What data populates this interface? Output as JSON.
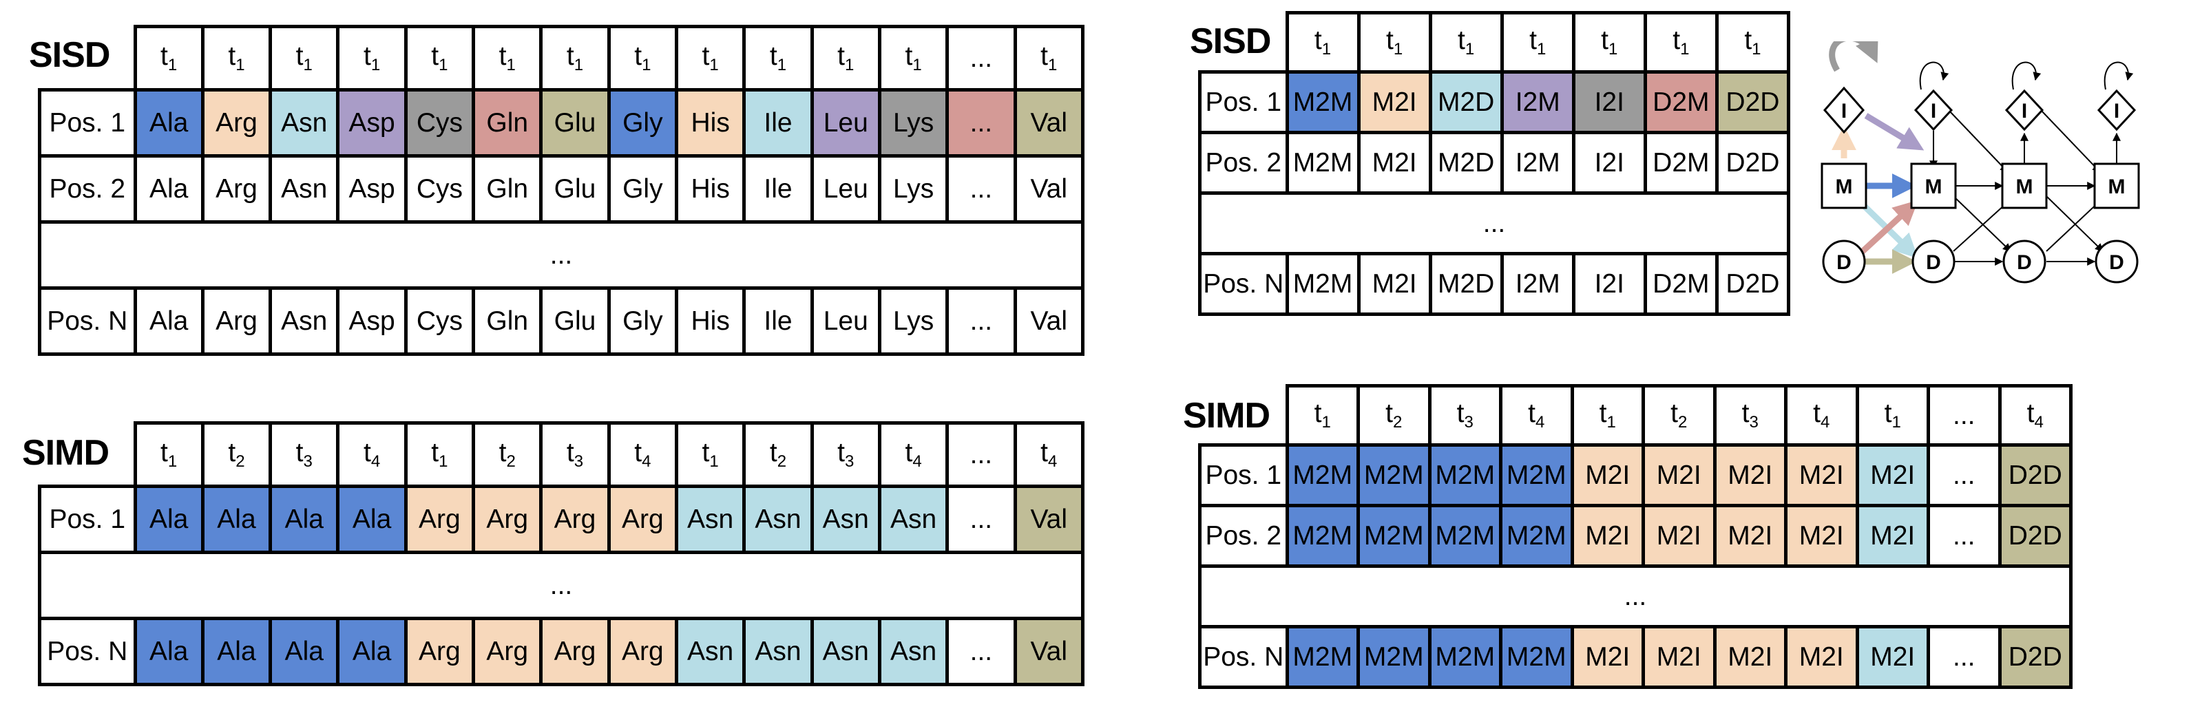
{
  "colors": {
    "blue": "#5b87d4",
    "peach": "#f7d8bb",
    "lightblue": "#b7dde6",
    "purple": "#a99cc7",
    "gray": "#9b9b9b",
    "rose": "#d49a96",
    "olive": "#c0bd97",
    "white": "#ffffff"
  },
  "tl": {
    "label": "SISD",
    "header": [
      "t1",
      "t1",
      "t1",
      "t1",
      "t1",
      "t1",
      "t1",
      "t1",
      "t1",
      "t1",
      "t1",
      "t1",
      "...",
      "t1"
    ],
    "rows": [
      {
        "name": "Pos. 1",
        "cells": [
          [
            "Ala",
            "blue"
          ],
          [
            "Arg",
            "peach"
          ],
          [
            "Asn",
            "lightblue"
          ],
          [
            "Asp",
            "purple"
          ],
          [
            "Cys",
            "gray"
          ],
          [
            "Gln",
            "rose"
          ],
          [
            "Glu",
            "olive"
          ],
          [
            "Gly",
            "blue"
          ],
          [
            "His",
            "peach"
          ],
          [
            "Ile",
            "lightblue"
          ],
          [
            "Leu",
            "purple"
          ],
          [
            "Lys",
            "gray"
          ],
          [
            "...",
            "rose"
          ],
          [
            "Val",
            "olive"
          ]
        ]
      },
      {
        "name": "Pos. 2",
        "cells": [
          [
            "Ala",
            "white"
          ],
          [
            "Arg",
            "white"
          ],
          [
            "Asn",
            "white"
          ],
          [
            "Asp",
            "white"
          ],
          [
            "Cys",
            "white"
          ],
          [
            "Gln",
            "white"
          ],
          [
            "Glu",
            "white"
          ],
          [
            "Gly",
            "white"
          ],
          [
            "His",
            "white"
          ],
          [
            "Ile",
            "white"
          ],
          [
            "Leu",
            "white"
          ],
          [
            "Lys",
            "white"
          ],
          [
            "...",
            "white"
          ],
          [
            "Val",
            "white"
          ]
        ]
      },
      {
        "ellipsis": "..."
      },
      {
        "name": "Pos. N",
        "cells": [
          [
            "Ala",
            "white"
          ],
          [
            "Arg",
            "white"
          ],
          [
            "Asn",
            "white"
          ],
          [
            "Asp",
            "white"
          ],
          [
            "Cys",
            "white"
          ],
          [
            "Gln",
            "white"
          ],
          [
            "Glu",
            "white"
          ],
          [
            "Gly",
            "white"
          ],
          [
            "His",
            "white"
          ],
          [
            "Ile",
            "white"
          ],
          [
            "Leu",
            "white"
          ],
          [
            "Lys",
            "white"
          ],
          [
            "...",
            "white"
          ],
          [
            "Val",
            "white"
          ]
        ]
      }
    ]
  },
  "bl": {
    "label": "SIMD",
    "header": [
      "t1",
      "t2",
      "t3",
      "t4",
      "t1",
      "t2",
      "t3",
      "t4",
      "t1",
      "t2",
      "t3",
      "t4",
      "...",
      "t4"
    ],
    "rows": [
      {
        "name": "Pos. 1",
        "cells": [
          [
            "Ala",
            "blue"
          ],
          [
            "Ala",
            "blue"
          ],
          [
            "Ala",
            "blue"
          ],
          [
            "Ala",
            "blue"
          ],
          [
            "Arg",
            "peach"
          ],
          [
            "Arg",
            "peach"
          ],
          [
            "Arg",
            "peach"
          ],
          [
            "Arg",
            "peach"
          ],
          [
            "Asn",
            "lightblue"
          ],
          [
            "Asn",
            "lightblue"
          ],
          [
            "Asn",
            "lightblue"
          ],
          [
            "Asn",
            "lightblue"
          ],
          [
            "...",
            "white"
          ],
          [
            "Val",
            "olive"
          ]
        ]
      },
      {
        "ellipsis": "..."
      },
      {
        "name": "Pos. N",
        "cells": [
          [
            "Ala",
            "blue"
          ],
          [
            "Ala",
            "blue"
          ],
          [
            "Ala",
            "blue"
          ],
          [
            "Ala",
            "blue"
          ],
          [
            "Arg",
            "peach"
          ],
          [
            "Arg",
            "peach"
          ],
          [
            "Arg",
            "peach"
          ],
          [
            "Arg",
            "peach"
          ],
          [
            "Asn",
            "lightblue"
          ],
          [
            "Asn",
            "lightblue"
          ],
          [
            "Asn",
            "lightblue"
          ],
          [
            "Asn",
            "lightblue"
          ],
          [
            "...",
            "white"
          ],
          [
            "Val",
            "olive"
          ]
        ]
      }
    ]
  },
  "tr": {
    "label": "SISD",
    "header": [
      "t1",
      "t1",
      "t1",
      "t1",
      "t1",
      "t1",
      "t1"
    ],
    "rows": [
      {
        "name": "Pos. 1",
        "cells": [
          [
            "M2M",
            "blue"
          ],
          [
            "M2I",
            "peach"
          ],
          [
            "M2D",
            "lightblue"
          ],
          [
            "I2M",
            "purple"
          ],
          [
            "I2I",
            "gray"
          ],
          [
            "D2M",
            "rose"
          ],
          [
            "D2D",
            "olive"
          ]
        ]
      },
      {
        "name": "Pos. 2",
        "cells": [
          [
            "M2M",
            "white"
          ],
          [
            "M2I",
            "white"
          ],
          [
            "M2D",
            "white"
          ],
          [
            "I2M",
            "white"
          ],
          [
            "I2I",
            "white"
          ],
          [
            "D2M",
            "white"
          ],
          [
            "D2D",
            "white"
          ]
        ]
      },
      {
        "ellipsis": "..."
      },
      {
        "name": "Pos. N",
        "cells": [
          [
            "M2M",
            "white"
          ],
          [
            "M2I",
            "white"
          ],
          [
            "M2D",
            "white"
          ],
          [
            "I2M",
            "white"
          ],
          [
            "I2I",
            "white"
          ],
          [
            "D2M",
            "white"
          ],
          [
            "D2D",
            "white"
          ]
        ]
      }
    ]
  },
  "br": {
    "label": "SIMD",
    "header": [
      "t1",
      "t2",
      "t3",
      "t4",
      "t1",
      "t2",
      "t3",
      "t4",
      "t1",
      "...",
      "t4"
    ],
    "rows": [
      {
        "name": "Pos. 1",
        "cells": [
          [
            "M2M",
            "blue"
          ],
          [
            "M2M",
            "blue"
          ],
          [
            "M2M",
            "blue"
          ],
          [
            "M2M",
            "blue"
          ],
          [
            "M2I",
            "peach"
          ],
          [
            "M2I",
            "peach"
          ],
          [
            "M2I",
            "peach"
          ],
          [
            "M2I",
            "peach"
          ],
          [
            "M2I",
            "lightblue"
          ],
          [
            "...",
            "white"
          ],
          [
            "D2D",
            "olive"
          ]
        ]
      },
      {
        "name": "Pos. 2",
        "cells": [
          [
            "M2M",
            "blue"
          ],
          [
            "M2M",
            "blue"
          ],
          [
            "M2M",
            "blue"
          ],
          [
            "M2M",
            "blue"
          ],
          [
            "M2I",
            "peach"
          ],
          [
            "M2I",
            "peach"
          ],
          [
            "M2I",
            "peach"
          ],
          [
            "M2I",
            "peach"
          ],
          [
            "M2I",
            "lightblue"
          ],
          [
            "...",
            "white"
          ],
          [
            "D2D",
            "olive"
          ]
        ]
      },
      {
        "ellipsis": "..."
      },
      {
        "name": "Pos. N",
        "cells": [
          [
            "M2M",
            "blue"
          ],
          [
            "M2M",
            "blue"
          ],
          [
            "M2M",
            "blue"
          ],
          [
            "M2M",
            "blue"
          ],
          [
            "M2I",
            "peach"
          ],
          [
            "M2I",
            "peach"
          ],
          [
            "M2I",
            "peach"
          ],
          [
            "M2I",
            "peach"
          ],
          [
            "M2I",
            "lightblue"
          ],
          [
            "...",
            "white"
          ],
          [
            "D2D",
            "olive"
          ]
        ]
      }
    ]
  },
  "hmm": {
    "insert_label": "I",
    "match_label": "M",
    "delete_label": "D"
  }
}
